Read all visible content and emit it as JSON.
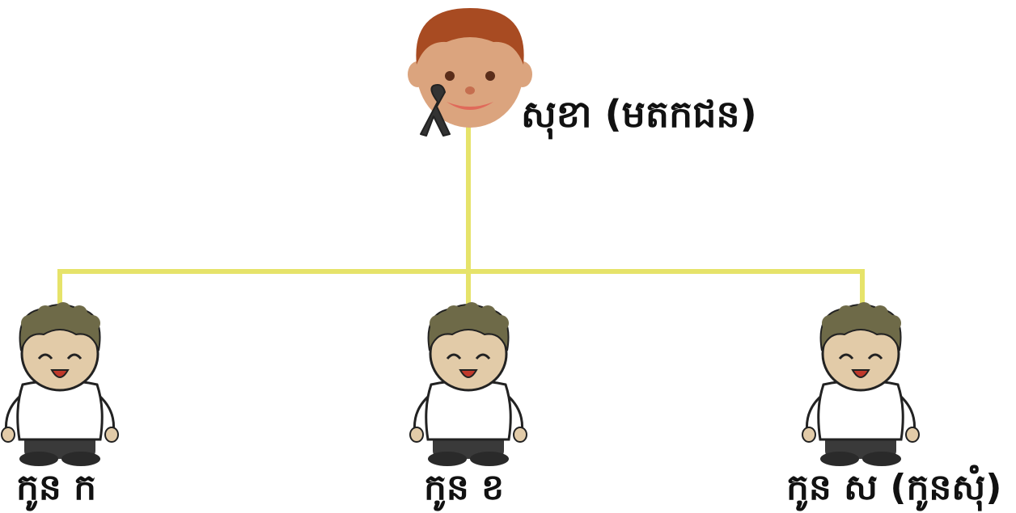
{
  "colors": {
    "connector": "#e6e36a",
    "parent_hair": "#a84b22",
    "parent_skin": "#dba47e",
    "mourning_ribbon": "#333333",
    "child_hair": "#6e6a48",
    "child_skin": "#e2cba8",
    "child_shirt": "#ffffff",
    "child_pants": "#3a3a3a"
  },
  "parent": {
    "label": "សុខា (មតកជន)",
    "icon": "deceased-person-with-black-ribbon"
  },
  "children": [
    {
      "label": "កូន ក",
      "icon": "child-figure"
    },
    {
      "label": "កូន ខ",
      "icon": "child-figure"
    },
    {
      "label": "កូន ស (កូនសុំ)",
      "icon": "child-figure"
    }
  ]
}
